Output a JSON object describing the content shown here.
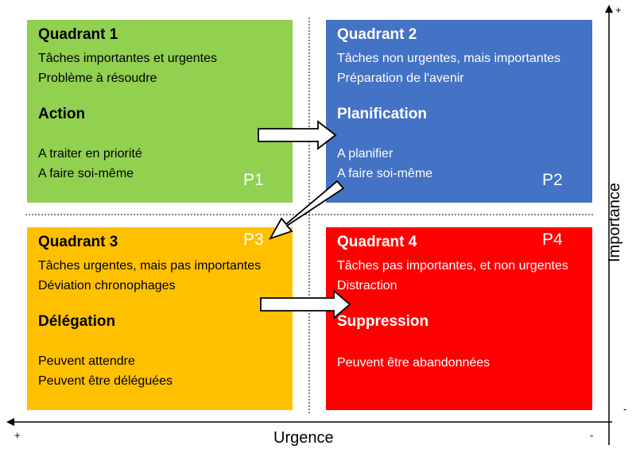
{
  "colors": {
    "q1": "#92d050",
    "q2": "#4472c4",
    "q3": "#ffc000",
    "q4": "#ff0000"
  },
  "quadrants": [
    {
      "title": "Quadrant 1",
      "lines": [
        "Tâches importantes et urgentes",
        "Problème à résoudre"
      ],
      "action": "Action",
      "notes": [
        "A traiter en priorité",
        "A faire soi-même"
      ],
      "priority": "P1"
    },
    {
      "title": "Quadrant 2",
      "lines": [
        "Tâches non urgentes, mais importantes",
        "Préparation de l'avenir"
      ],
      "action": "Planification",
      "notes": [
        "A planifier",
        "A faire soi-même"
      ],
      "priority": "P2"
    },
    {
      "title": "Quadrant 3",
      "lines": [
        "Tâches urgentes, mais pas importantes",
        "Déviation chronophages"
      ],
      "action": "Délégation",
      "notes": [
        "Peuvent attendre",
        "Peuvent être déléguées"
      ],
      "priority": "P3"
    },
    {
      "title": "Quadrant 4",
      "lines": [
        "Tâches pas importantes, et non urgentes",
        "Distraction"
      ],
      "action": "Suppression",
      "notes": [
        "Peuvent être abandonnées"
      ],
      "priority": "P4"
    }
  ],
  "axes": {
    "x_label": "Urgence",
    "y_label": "Importance",
    "x_plus": "+",
    "x_minus": "-",
    "y_plus": "+",
    "y_minus": "-"
  }
}
